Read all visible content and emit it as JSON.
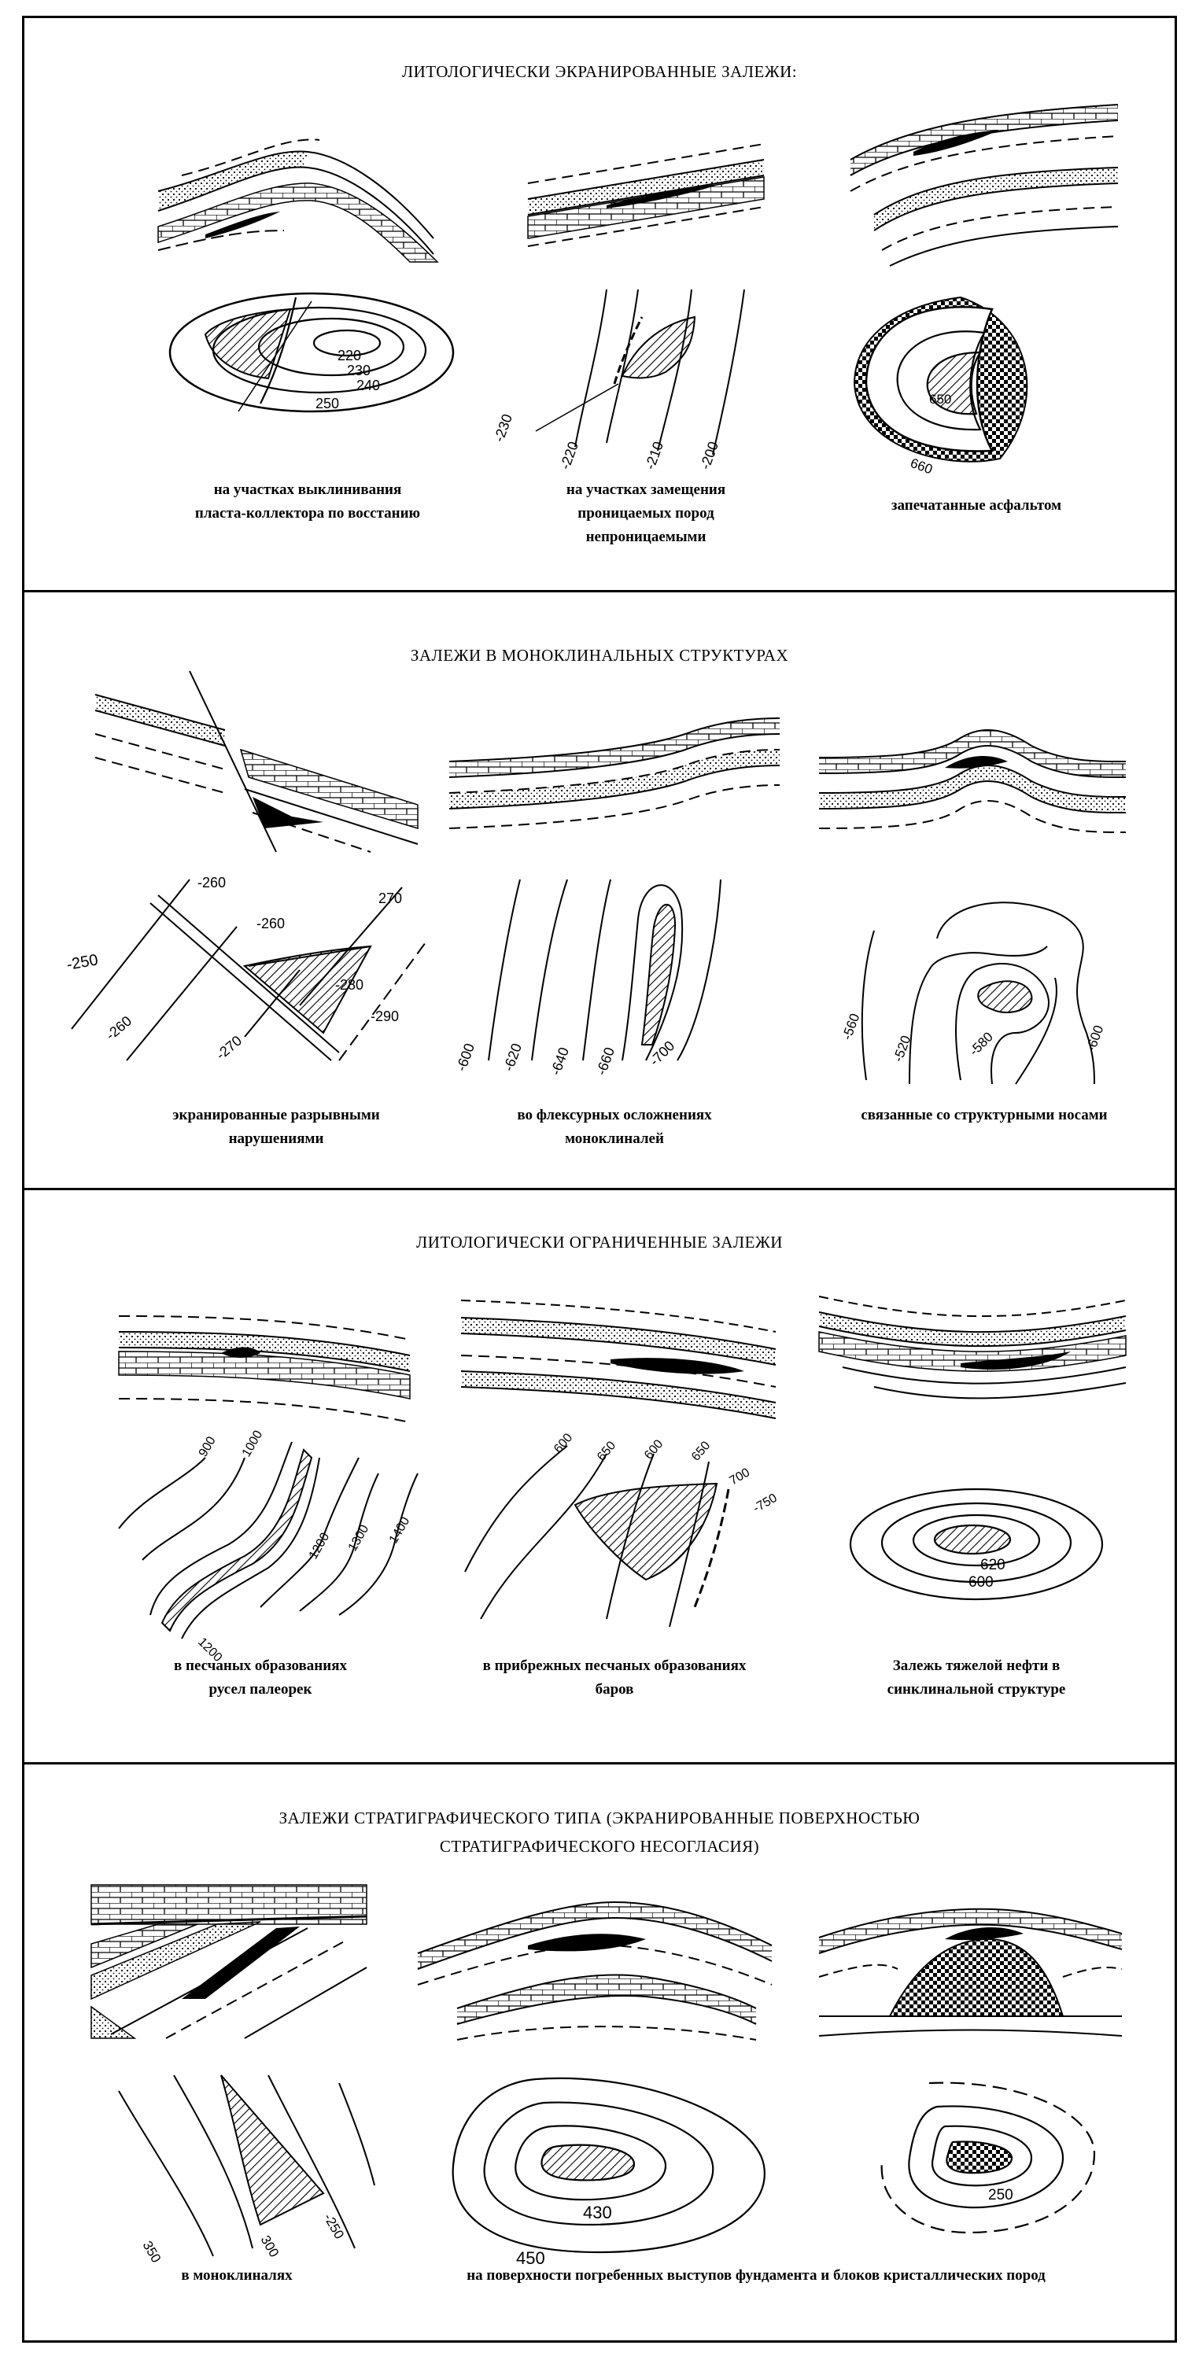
{
  "panels": [
    {
      "title": "ЛИТОЛОГИЧЕСКИ ЭКРАНИРОВАННЫЕ ЗАЛЕЖИ:",
      "items": [
        {
          "caption_lines": [
            "на участках выклинивания",
            "пласта-коллектора по восстанию"
          ],
          "map_labels": [
            "220",
            "230",
            "240",
            "250"
          ]
        },
        {
          "caption_lines": [
            "на участках замещения",
            "проницаемых пород",
            "непроницаемыми"
          ],
          "map_labels": [
            "-230",
            "-220",
            "-210",
            "-200"
          ]
        },
        {
          "caption_lines": [
            "запечатанные асфальтом"
          ],
          "map_labels": [
            "650",
            "660"
          ]
        }
      ]
    },
    {
      "title": "ЗАЛЕЖИ В МОНОКЛИНАЛЬНЫХ СТРУКТУРАХ",
      "items": [
        {
          "caption_lines": [
            "экранированные разрывными",
            "нарушениями"
          ],
          "map_labels": [
            "-260",
            "-260",
            "270",
            "-280",
            "-290",
            "-250",
            "-260",
            "-270"
          ]
        },
        {
          "caption_lines": [
            "во флексурных осложнениях",
            "моноклиналей"
          ],
          "map_labels": [
            "-600",
            "-620",
            "-640",
            "-660",
            "-700"
          ]
        },
        {
          "caption_lines": [
            "связанные со структурными носами"
          ],
          "map_labels": [
            "-560",
            "-520",
            "-580",
            "-600"
          ]
        }
      ]
    },
    {
      "title": "ЛИТОЛОГИЧЕСКИ ОГРАНИЧЕННЫЕ ЗАЛЕЖИ",
      "items": [
        {
          "caption_lines": [
            "в песчаных образованиях",
            "русел палеорек"
          ],
          "map_labels": [
            "900",
            "1000",
            "1200",
            "1300",
            "1400",
            "1200"
          ]
        },
        {
          "caption_lines": [
            "в прибрежных песчаных образованиях",
            "баров"
          ],
          "map_labels": [
            "600",
            "650",
            "600",
            "650",
            "700",
            "-750"
          ]
        },
        {
          "caption_lines": [
            "Залежь тяжелой нефти в",
            "синклинальной структуре"
          ],
          "map_labels": [
            "620",
            "600"
          ]
        }
      ]
    },
    {
      "title_lines": [
        "ЗАЛЕЖИ СТРАТИГРАФИЧЕСКОГО ТИПА (ЭКРАНИРОВАННЫЕ ПОВЕРХНОСТЬЮ",
        "СТРАТИГРАФИЧЕСКОГО НЕСОГЛАСИЯ)"
      ],
      "items": [
        {
          "caption_lines": [
            "в моноклиналях"
          ],
          "map_labels": [
            "350",
            "300",
            "-250"
          ]
        },
        {
          "caption_lines": [
            "на поверхности погребенных выступов фундамента и блоков кристаллических пород"
          ],
          "map_labels": [
            "430",
            "450"
          ]
        },
        {
          "caption_lines": [],
          "map_labels": [
            "250"
          ]
        }
      ]
    }
  ]
}
